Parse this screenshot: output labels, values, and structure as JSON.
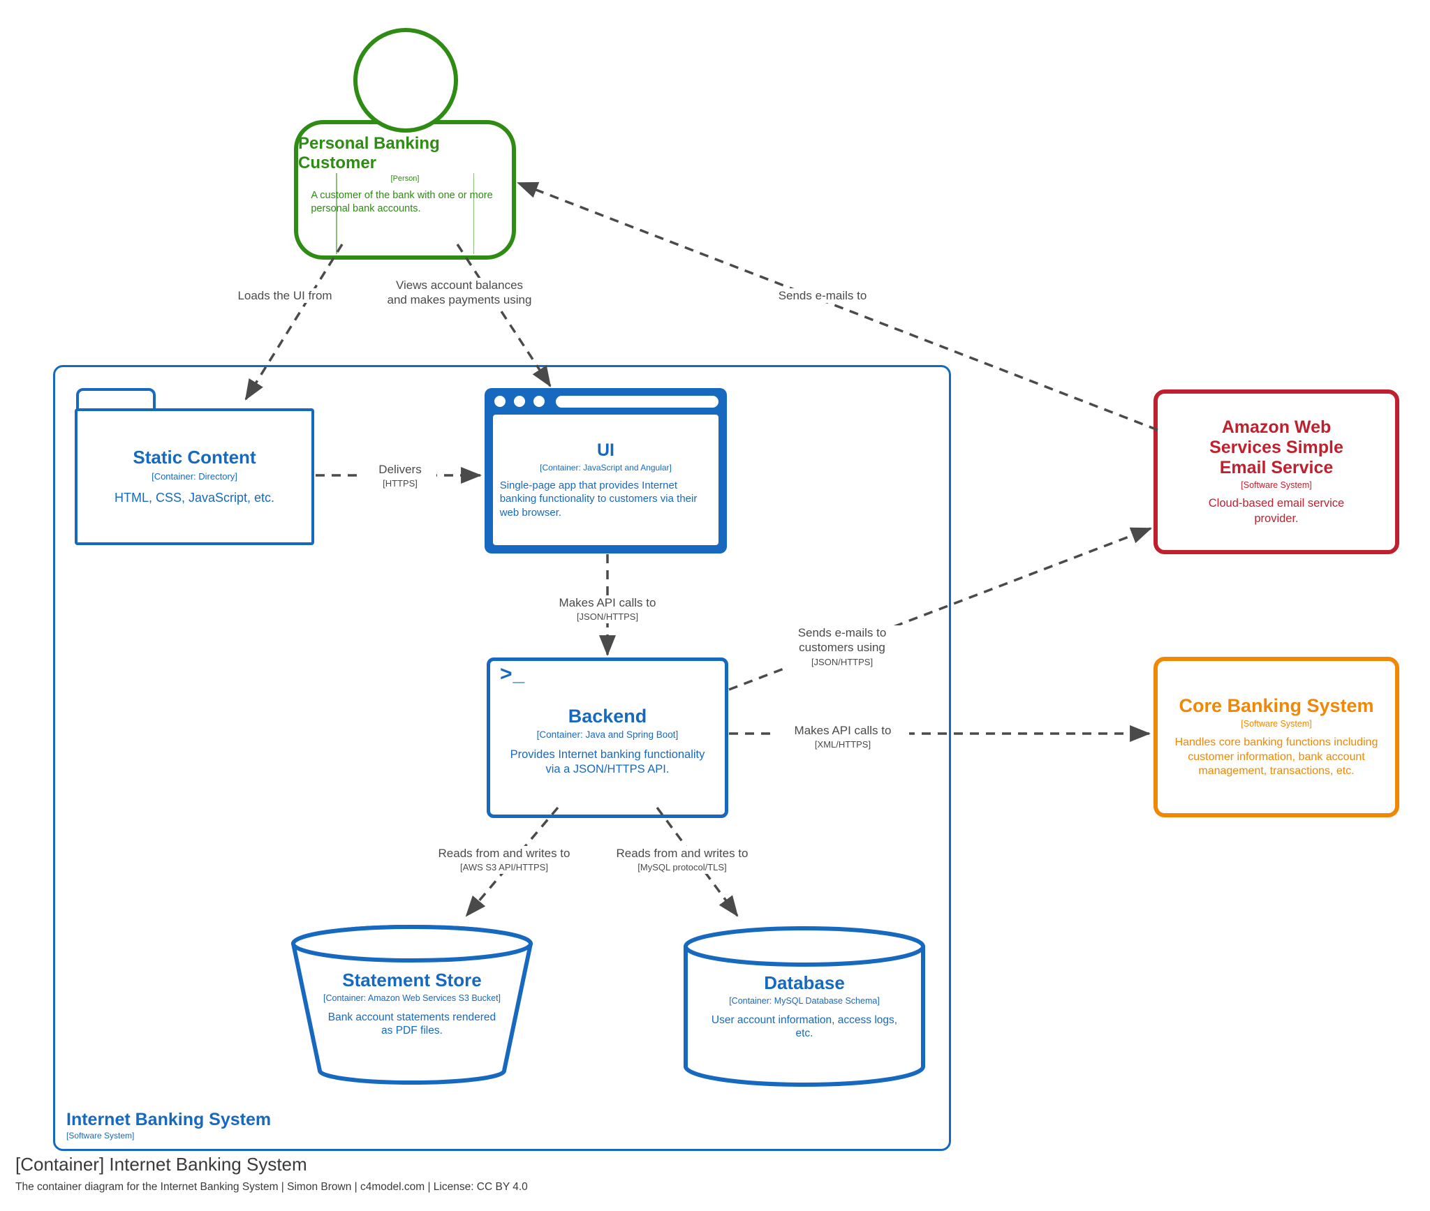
{
  "colors": {
    "person": "#2e8b13",
    "container": "#1769c0",
    "external": "#c01f2e",
    "core": "#f08705",
    "edge": "#4a4a4a"
  },
  "person": {
    "title": "Personal Banking Customer",
    "meta": "[Person]",
    "desc": "A customer of the bank with one or more personal bank accounts."
  },
  "containers": {
    "static_content": {
      "title": "Static Content",
      "meta": "[Container: Directory]",
      "desc": "HTML, CSS, JavaScript, etc."
    },
    "ui": {
      "title": "UI",
      "meta": "[Container: JavaScript and Angular]",
      "desc": "Single-page app that provides Internet banking functionality to customers via their web browser."
    },
    "backend": {
      "title": "Backend",
      "meta": "[Container: Java and Spring Boot]",
      "desc": "Provides Internet banking functionality via a JSON/HTTPS API.",
      "terminal_icon": ">_"
    },
    "statement_store": {
      "title": "Statement Store",
      "meta": "[Container: Amazon Web Services S3 Bucket]",
      "desc": "Bank account statements rendered as PDF files."
    },
    "database": {
      "title": "Database",
      "meta": "[Container: MySQL Database Schema]",
      "desc": "User account information, access logs, etc."
    }
  },
  "external_systems": {
    "ses": {
      "title": "Amazon Web Services Simple Email Service",
      "meta": "[Software System]",
      "desc": "Cloud-based email service provider."
    },
    "core_banking": {
      "title": "Core Banking System",
      "meta": "[Software System]",
      "desc": "Handles core banking functions including customer information, bank account management, transactions, etc."
    }
  },
  "boundary": {
    "title": "Internet Banking System",
    "meta": "[Software System]"
  },
  "edges": {
    "loads_ui": {
      "label": "Loads the UI from"
    },
    "views_accounts": {
      "label": "Views account balances and makes payments using"
    },
    "sends_emails": {
      "label": "Sends e-mails to"
    },
    "delivers": {
      "label": "Delivers",
      "protocol": "[HTTPS]"
    },
    "api_calls": {
      "label": "Makes API calls to",
      "protocol": "[JSON/HTTPS]"
    },
    "sends_emails_customers": {
      "label": "Sends e-mails to customers using",
      "protocol": "[JSON/HTTPS]"
    },
    "api_calls_core": {
      "label": "Makes API calls to",
      "protocol": "[XML/HTTPS]"
    },
    "reads_writes_s3": {
      "label": "Reads from and writes to",
      "protocol": "[AWS S3 API/HTTPS]"
    },
    "reads_writes_db": {
      "label": "Reads from and writes to",
      "protocol": "[MySQL protocol/TLS]"
    }
  },
  "footer": {
    "title": "[Container] Internet Banking System",
    "subtitle": "The container diagram for the Internet Banking System | Simon Brown | c4model.com | License: CC BY 4.0"
  }
}
